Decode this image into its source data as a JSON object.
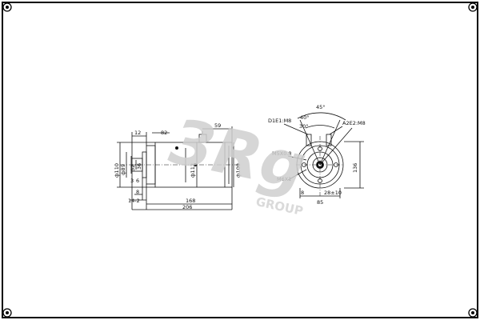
{
  "watermark": {
    "logo_text": "3Rg",
    "sub_text": "GROUP"
  },
  "side_view": {
    "dims": {
      "top_12": "12",
      "top_59": "59",
      "top_82": "82",
      "dia_110": "ф110",
      "dia_8x": "ф89",
      "dia_52": "52",
      "dia_36": "36",
      "val_3": "3",
      "val_8": "8",
      "val_6": "6",
      "dia_112": "ф112",
      "dia_109": "ф109",
      "bottom_14_2": "14-2",
      "bottom_168": "168",
      "bottom_206": "206"
    }
  },
  "end_view": {
    "dims": {
      "angle_45": "45°",
      "angle_40": "40°",
      "angle_30": "30°",
      "d1e1": "D1E1:M8",
      "a2e2": "A2E2:M8",
      "m5": "M5X0.8",
      "m6": "M6X1",
      "h136": "136",
      "x8": "8",
      "b28": "28±10",
      "v85": "85"
    }
  },
  "colors": {
    "line": "#111111",
    "frame": "#000000",
    "watermark": "#cfcfcf"
  }
}
